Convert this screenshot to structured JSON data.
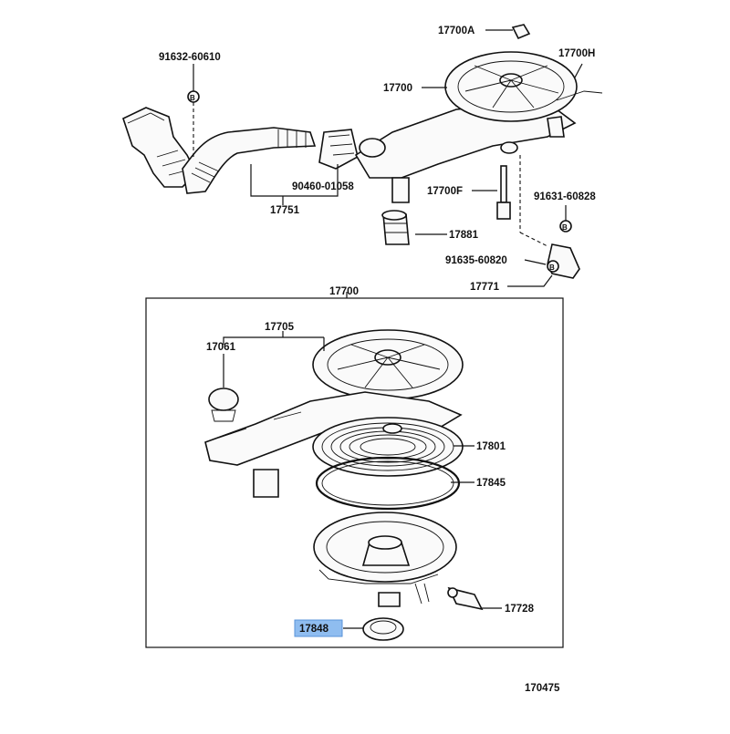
{
  "diagram": {
    "labels": {
      "17700A": "17700A",
      "17700H": "17700H",
      "17700_top": "17700",
      "91632-60610": "91632-60610",
      "90460-01058": "90460-01058",
      "17751": "17751",
      "17700F": "17700F",
      "91631-60828": "91631-60828",
      "17881": "17881",
      "91635-60820": "91635-60820",
      "17771": "17771",
      "17700_box": "17700",
      "17705": "17705",
      "17061": "17061",
      "17801": "17801",
      "17845": "17845",
      "17728": "17728",
      "17848": "17848"
    },
    "bolt_symbol": "B",
    "highlighted_part": "17848",
    "highlight_color": "#8fbdf0",
    "figure_number": "170475"
  }
}
